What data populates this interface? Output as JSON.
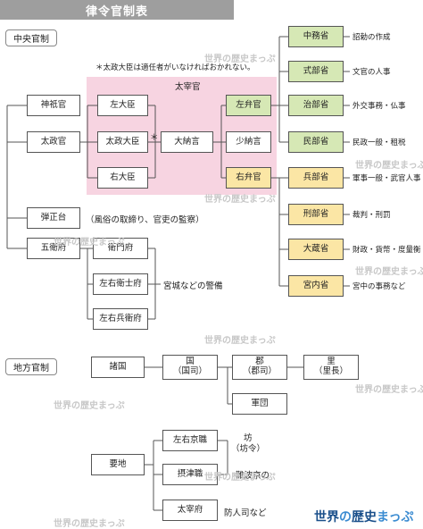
{
  "title": "律令官制表",
  "sections": {
    "central": "中央官制",
    "local": "地方官制"
  },
  "note": "＊太政大臣は適任者がいなければおかれない。",
  "daijokan_area": "太宰官",
  "central": {
    "jingikan": "神祇官",
    "daijokan": "太政官",
    "danjodai": "弾正台",
    "danjodai_note": "（風俗の取締り、官吏の監察）",
    "goefu": "五衛府",
    "sadaijin": "左大臣",
    "dajodaijin": "太政大臣",
    "dajodaijin_mark": "＊",
    "udaijin": "右大臣",
    "dainagon": "大納言",
    "sabenkan": "左弁官",
    "shonagon": "少納言",
    "ubenkan": "右弁官",
    "emonfu": "衛門府",
    "saeifu": "左右衛士府",
    "hyoefu": "左右兵衛府",
    "guard_note": "宮城などの警備"
  },
  "ministries": [
    {
      "name": "中務省",
      "duty": "詔勅の作成",
      "color": "green"
    },
    {
      "name": "式部省",
      "duty": "文官の人事",
      "color": "green"
    },
    {
      "name": "治部省",
      "duty": "外交事務・仏事",
      "color": "green"
    },
    {
      "name": "民部省",
      "duty": "民政一般・租税",
      "color": "green"
    },
    {
      "name": "兵部省",
      "duty": "軍事一般・武官人事",
      "color": "yellow"
    },
    {
      "name": "刑部省",
      "duty": "裁判・刑罰",
      "color": "yellow"
    },
    {
      "name": "大蔵省",
      "duty": "財政・貨幣・度量衡",
      "color": "yellow"
    },
    {
      "name": "宮内省",
      "duty": "宮中の事務など",
      "color": "yellow"
    }
  ],
  "local": {
    "shokoku": "諸国",
    "kuni": "国",
    "kokushi": "（国司）",
    "gun": "郡",
    "gunji": "（郡司）",
    "sato": "里",
    "richo": "（里長）",
    "gundan": "軍団",
    "yochi": "要地",
    "sakyoshiki": "左右京職",
    "bo": "坊",
    "bocho": "（坊令）",
    "settsushiki": "摂津職",
    "naniwa": "難波京の",
    "dazaifu": "太宰府",
    "dazaifu_note": "防人司など"
  },
  "watermark": "世界の歴史まっぷ",
  "logo": {
    "a": "世界",
    "b": "の",
    "c": "歴史",
    "d": "まっぷ"
  }
}
